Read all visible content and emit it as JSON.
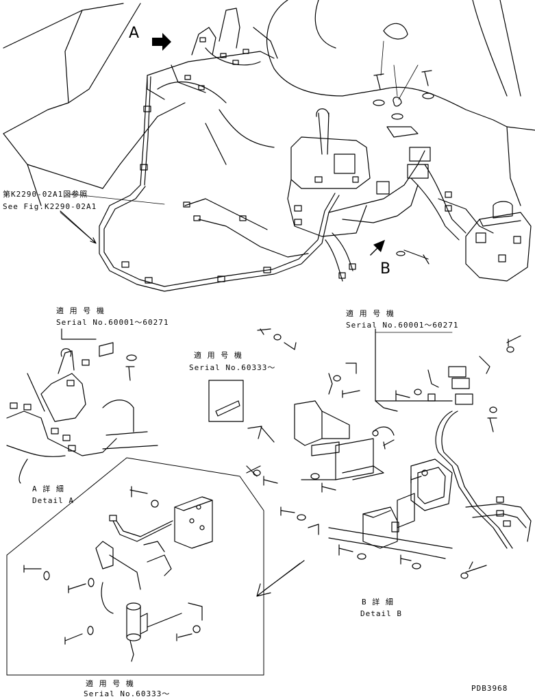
{
  "callouts": {
    "view_a": "A",
    "view_b": "B"
  },
  "reference": {
    "jp": "第K2290-02A1図参照",
    "en": "See Fig.K2290-02A1"
  },
  "applicability_a": {
    "jp": "適 用 号 機",
    "en": "Serial No.60001～60271"
  },
  "applicability_b": {
    "jp": "適 用 号 機",
    "en": "Serial No.60001～60271"
  },
  "applicability_c": {
    "jp": "適 用 号 機",
    "en": "Serial No.60333～"
  },
  "applicability_d": {
    "jp": "適 用 号 機",
    "en": "Serial No.60333～"
  },
  "detail_a": {
    "jp": "A 詳 細",
    "en": "Detail A"
  },
  "detail_b": {
    "jp": "B 詳 細",
    "en": "Detail B"
  },
  "drawing_code": "PDB3968"
}
